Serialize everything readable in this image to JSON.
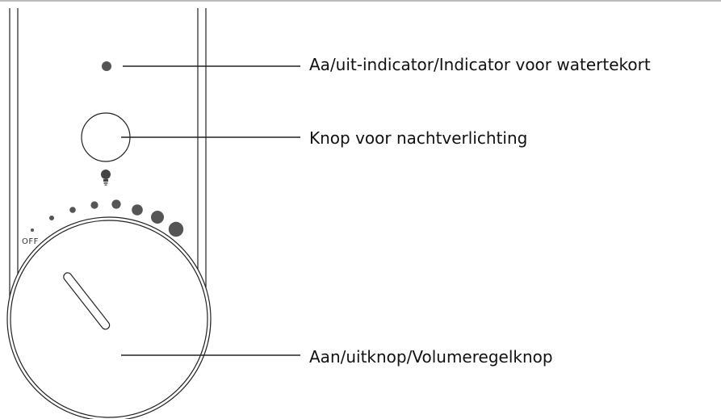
{
  "callouts": {
    "indicator": "Aa/uit-indicator/Indicator voor watertekort",
    "nightlight_button": "Knop voor nachtverlichting",
    "power_volume_knob": "Aan/uitknop/Volumeregelknop"
  },
  "dial": {
    "off_label": "OFF"
  },
  "icons": {
    "nightlight": "lightbulb-icon"
  },
  "colors": {
    "stroke": "#222222",
    "fill_dot": "#555555",
    "text": "#111111",
    "top_border": "#bbbbbb"
  }
}
